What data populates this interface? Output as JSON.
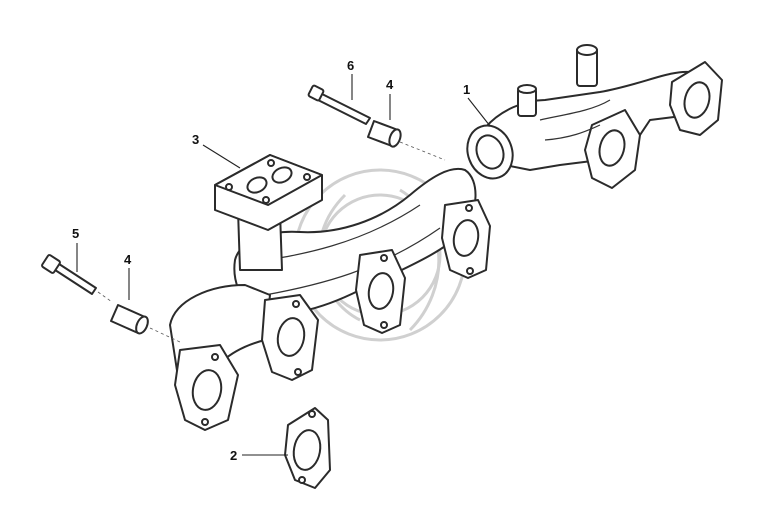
{
  "diagram": {
    "parts": [
      {
        "id": "exhaust-manifold-rear",
        "callout": "1"
      },
      {
        "id": "gasket",
        "callout": "2"
      },
      {
        "id": "turbo-flange-gasket",
        "callout": "3"
      },
      {
        "id": "spacer-sleeve-upper",
        "callout": "4"
      },
      {
        "id": "spacer-sleeve-lower",
        "callout": "4"
      },
      {
        "id": "bolt-lower",
        "callout": "5"
      },
      {
        "id": "stud-upper",
        "callout": "6"
      }
    ]
  },
  "colors": {
    "line": "#2b2b2b",
    "background": "#ffffff",
    "watermark": "#d0d0d0"
  }
}
